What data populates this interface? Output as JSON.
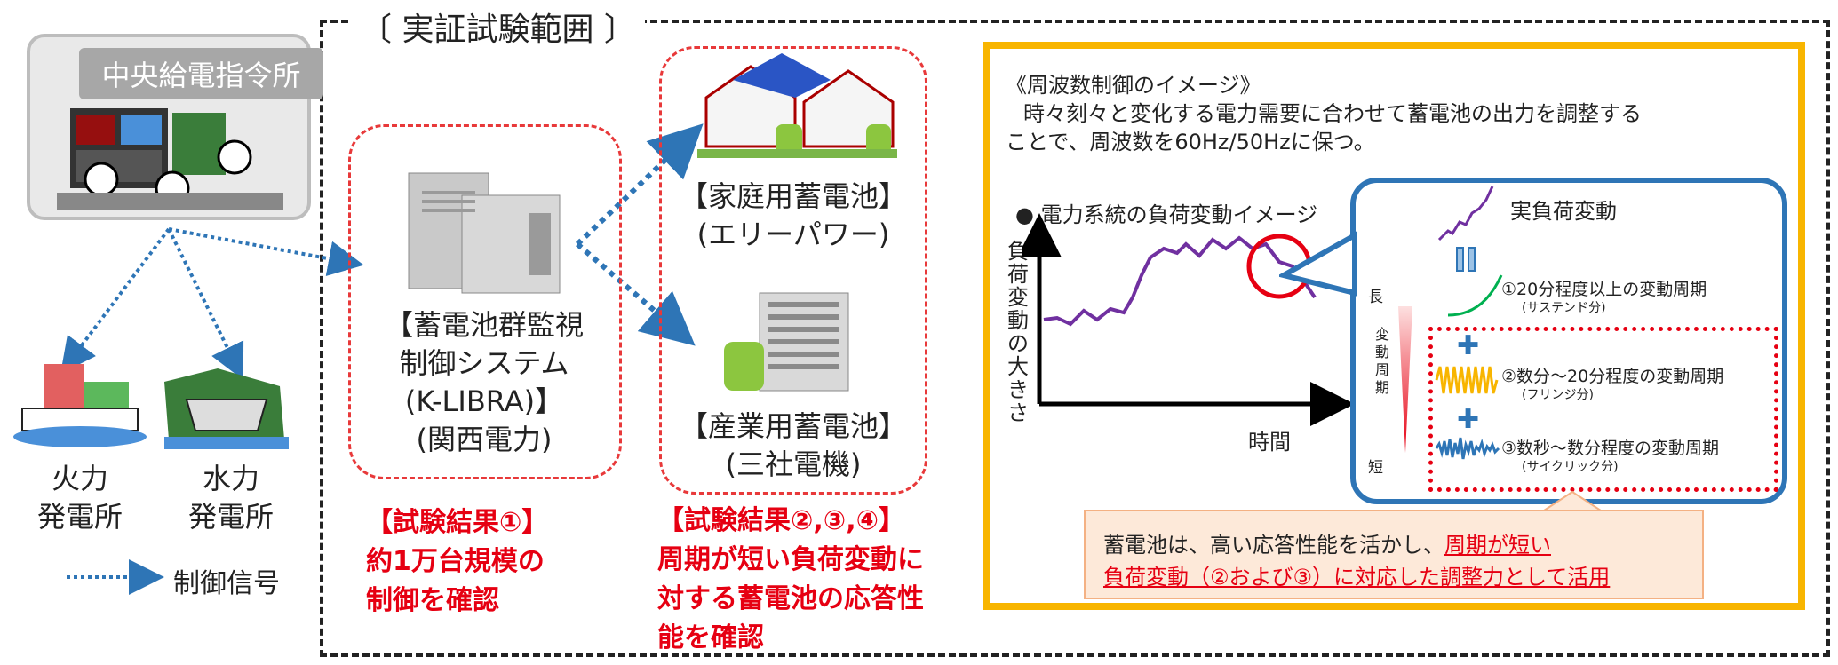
{
  "frame": {
    "title": "〔 実証試験範囲 〕"
  },
  "control_center": {
    "label": "中央給電指令所"
  },
  "plants": {
    "thermal": [
      "火力",
      "発電所"
    ],
    "hydro": [
      "水力",
      "発電所"
    ]
  },
  "legend": {
    "control_signal": "制御信号"
  },
  "system": {
    "lines": [
      "【蓄電池群監視",
      "制御システム",
      "(K-LIBRA)】",
      "(関西電力)"
    ]
  },
  "home_battery": {
    "lines": [
      "【家庭用蓄電池】",
      "(エリーパワー)"
    ]
  },
  "industrial_battery": {
    "lines": [
      "【産業用蓄電池】",
      "(三社電機)"
    ]
  },
  "result1": {
    "lines": [
      "【試験結果①】",
      "約1万台規模の",
      "制御を確認"
    ]
  },
  "result2": {
    "lines": [
      "【試験結果②,③,④】",
      "周期が短い負荷変動に",
      "対する蓄電池の応答性",
      "能を確認"
    ]
  },
  "image_panel": {
    "title": "《周波数制御のイメージ》",
    "desc": [
      "時々刻々と変化する電力需要に合わせて蓄電池の出力を調整する",
      "ことで、周波数を60Hz/50Hzに保つ。"
    ],
    "bullet": "● 電力系統の負荷変動イメージ",
    "yaxis": "負荷変動の大きさ",
    "xaxis": "時間"
  },
  "components": {
    "actual": "実負荷変動",
    "period_axis": "変動周期",
    "long": "長",
    "short": "短",
    "c1": "①20分程度以上の変動周期",
    "c1_sub": "(サステンド分)",
    "c2": "②数分～20分程度の変動周期",
    "c2_sub": "(フリンジ分)",
    "c3": "③数秒～数分程度の変動周期",
    "c3_sub": "(サイクリック分)"
  },
  "note": {
    "line1_plain": "蓄電池は、高い応答性能を活かし、",
    "line1_red": "周期が短い",
    "line2_red": "負荷変動（②および③）に対応した調整力として活用"
  },
  "colors": {
    "accent_red": "#e60012",
    "orange": "#f8b500",
    "blue": "#2e75b6",
    "purple": "#7030a0"
  }
}
